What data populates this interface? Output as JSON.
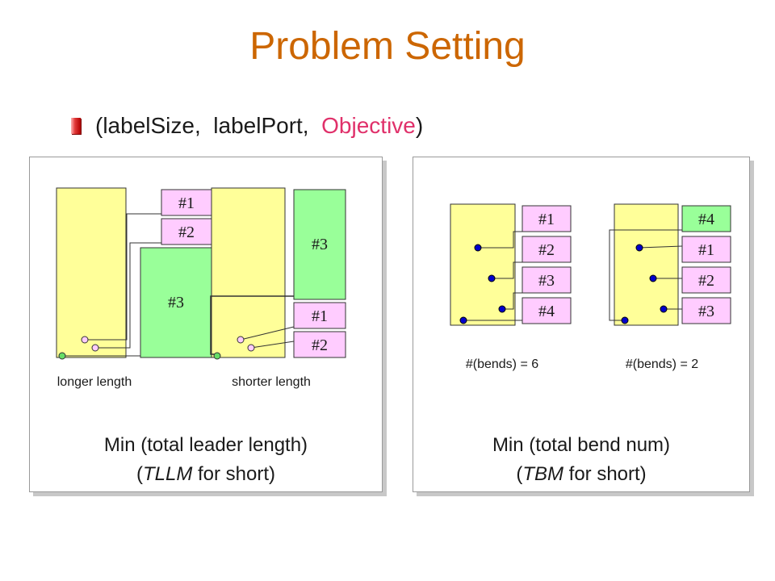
{
  "title": "Problem Setting",
  "bullet": {
    "open": "(labelSize,",
    "port": "labelPort,",
    "objective": "Objective",
    "close": ")"
  },
  "left_panel": {
    "diagram_a": {
      "labels": [
        "#1",
        "#2",
        "#3"
      ],
      "caption": "longer length"
    },
    "diagram_b": {
      "labels": [
        "#3",
        "#1",
        "#2"
      ],
      "caption": "shorter length"
    },
    "objective_line1": "Min (total leader length)",
    "objective_line2_open": "(",
    "objective_line2_abbr": "TLLM",
    "objective_line2_rest": " for short)"
  },
  "right_panel": {
    "diagram_a": {
      "labels": [
        "#1",
        "#2",
        "#3",
        "#4"
      ],
      "caption": "#(bends) = 6"
    },
    "diagram_b": {
      "labels": [
        "#4",
        "#1",
        "#2",
        "#3"
      ],
      "caption": "#(bends) = 2"
    },
    "objective_line1": "Min (total bend num)",
    "objective_line2_open": "(",
    "objective_line2_abbr": "TBM",
    "objective_line2_rest": " for short)"
  },
  "colors": {
    "title": "#cc6600",
    "objective_word": "#e0306a",
    "map_fill": "#ffff99",
    "label_fill_pink": "#ffccff",
    "label_fill_green": "#99ff99",
    "site_pink": "#ffccff",
    "site_green": "#66dd66",
    "site_blue": "#0000cc"
  }
}
